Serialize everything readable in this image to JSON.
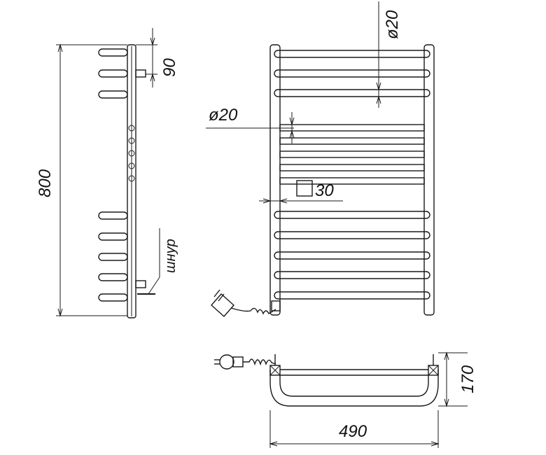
{
  "dimensions": {
    "height_total": "800",
    "top_offset": "90",
    "pipe_diameter_top": "ø20",
    "pipe_diameter_mid": "ø20",
    "frame_square": "30",
    "depth": "170",
    "width_total": "490",
    "cord_label": "шнур"
  },
  "colors": {
    "line": "#1a1a1a",
    "background": "#ffffff"
  }
}
